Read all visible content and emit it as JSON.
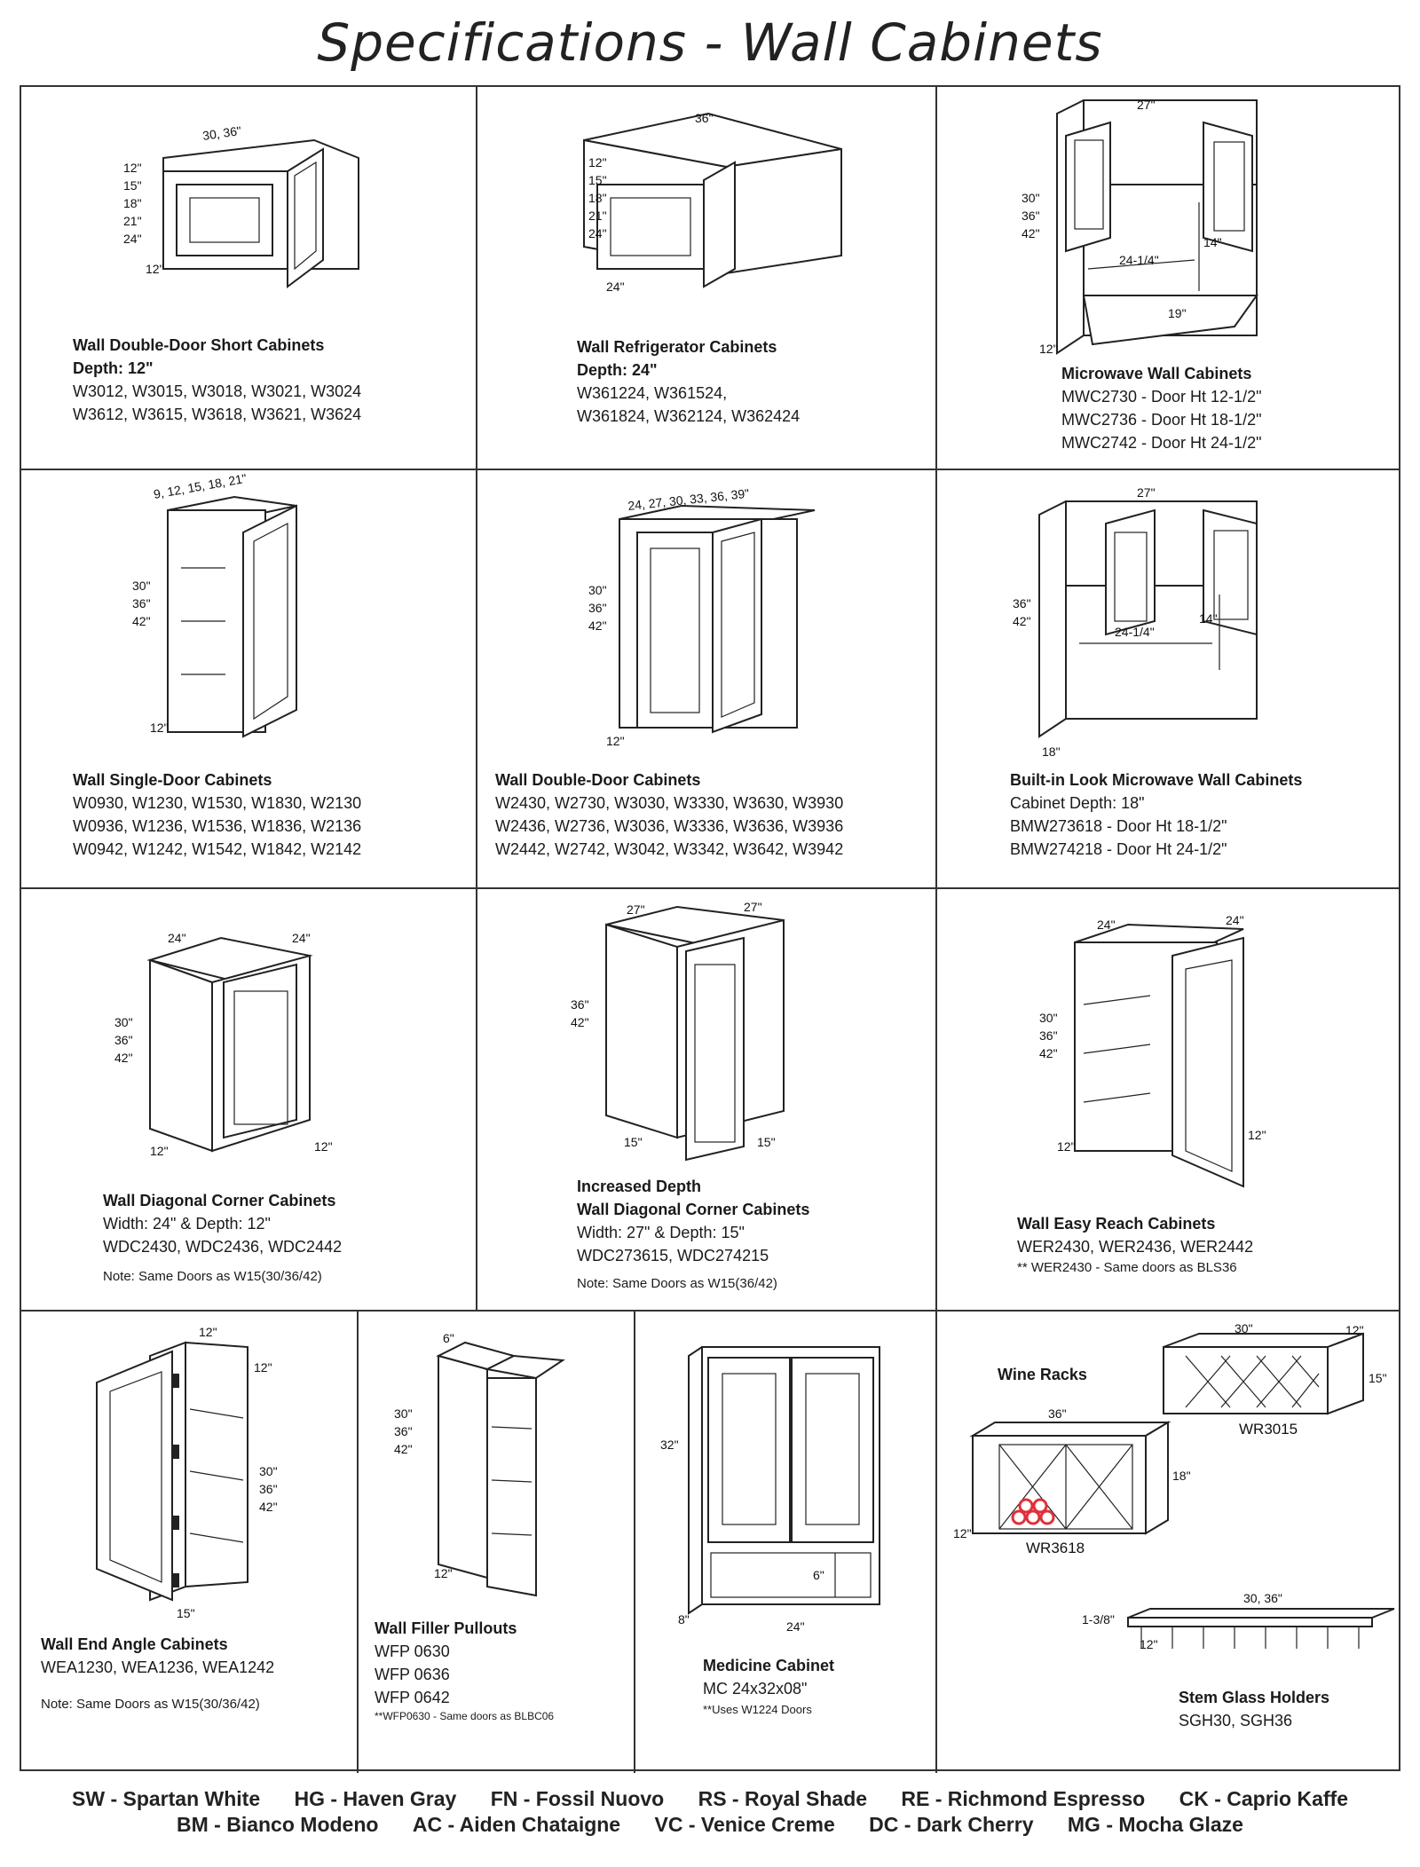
{
  "page": {
    "title": "Specifications - Wall Cabinets"
  },
  "cells": {
    "w_double_short": {
      "title": "Wall Double-Door Short Cabinets",
      "lines": [
        "W3012, W3015, W3018, W3021, W3024",
        "W3612, W3615, W3618, W3621, W3624"
      ],
      "bold_line": "Depth: 12\"",
      "dims": [
        "30, 36\"",
        "12\"",
        "15\"",
        "18\"",
        "21\"",
        "24\"",
        "12\""
      ]
    },
    "w_refrigerator": {
      "title": "Wall Refrigerator Cabinets",
      "bold_line": "Depth: 24\"",
      "lines": [
        "W361224, W361524,",
        "W361824, W362124, W362424"
      ],
      "dims": [
        "36\"",
        "12\"",
        "15\"",
        "18\"",
        "21\"",
        "24\"",
        "24\""
      ]
    },
    "microwave": {
      "title": "Microwave Wall Cabinets",
      "lines": [
        "MWC2730 - Door Ht 12-1/2\"",
        "MWC2736 - Door Ht 18-1/2\"",
        "MWC2742 - Door Ht 24-1/2\""
      ],
      "dims": [
        "27\"",
        "30\"",
        "36\"",
        "42\"",
        "24-1/4\"",
        "14\"",
        "19\"",
        "12\""
      ]
    },
    "w_single": {
      "title": "Wall Single-Door Cabinets",
      "lines": [
        "W0930, W1230, W1530, W1830, W2130",
        "W0936, W1236, W1536, W1836, W2136",
        "W0942, W1242, W1542, W1842, W2142"
      ],
      "dims": [
        "9, 12, 15, 18, 21\"",
        "30\"",
        "36\"",
        "42\"",
        "12\""
      ]
    },
    "w_double": {
      "title": "Wall Double-Door Cabinets",
      "lines": [
        "W2430, W2730, W3030, W3330, W3630, W3930",
        "W2436, W2736, W3036, W3336, W3636, W3936",
        "W2442, W2742, W3042, W3342, W3642, W3942"
      ],
      "dims": [
        "24, 27, 30, 33, 36, 39\"",
        "30\"",
        "36\"",
        "42\"",
        "12\""
      ]
    },
    "builtin_microwave": {
      "title": "Built-in Look Microwave Wall Cabinets",
      "lines": [
        "Cabinet Depth: 18\"",
        "BMW273618 - Door Ht 18-1/2\"",
        "BMW274218 - Door Ht 24-1/2\""
      ],
      "dims": [
        "27\"",
        "36\"",
        "42\"",
        "14\"",
        "24-1/4\"",
        "18\""
      ]
    },
    "diag_corner": {
      "title": "Wall Diagonal Corner Cabinets",
      "lines": [
        "Width: 24\"   &   Depth: 12\"",
        "WDC2430, WDC2436, WDC2442"
      ],
      "note": "Note: Same Doors as W15(30/36/42)",
      "dims": [
        "24\"",
        "24\"",
        "30\"",
        "36\"",
        "42\"",
        "12\"",
        "12\""
      ]
    },
    "diag_corner_deep": {
      "title": "Increased Depth",
      "title2": "Wall Diagonal Corner Cabinets",
      "lines": [
        "Width: 27\"   &   Depth: 15\"",
        "WDC273615, WDC274215"
      ],
      "note": "Note: Same Doors as W15(36/42)",
      "dims": [
        "27\"",
        "27\"",
        "36\"",
        "42\"",
        "15\"",
        "15\""
      ]
    },
    "easy_reach": {
      "title": "Wall Easy Reach Cabinets",
      "lines": [
        "WER2430, WER2436, WER2442"
      ],
      "note": "** WER2430 - Same doors as BLS36",
      "dims": [
        "24\"",
        "24\"",
        "30\"",
        "36\"",
        "42\"",
        "12\"",
        "12\""
      ]
    },
    "end_angle": {
      "title": "Wall End Angle Cabinets",
      "lines": [
        "WEA1230,  WEA1236,  WEA1242"
      ],
      "note": "Note: Same Doors as W15(30/36/42)",
      "dims": [
        "12\"",
        "12\"",
        "30\"",
        "36\"",
        "42\"",
        "15\""
      ]
    },
    "filler": {
      "title": "Wall Filler Pullouts",
      "lines": [
        "WFP 0630",
        "WFP 0636",
        "WFP 0642"
      ],
      "note": "**WFP0630 - Same doors as BLBC06",
      "dims": [
        "6\"",
        "30\"",
        "36\"",
        "42\"",
        "12\""
      ]
    },
    "medicine": {
      "title": "Medicine Cabinet",
      "lines": [
        "MC 24x32x08\""
      ],
      "note": "**Uses W1224 Doors",
      "dims": [
        "32\"",
        "6\"",
        "8\"",
        "24\""
      ]
    },
    "wine": {
      "title": "Wine Racks",
      "wr3015": "WR3015",
      "wr3618": "WR3618",
      "stem_title": "Stem Glass Holders",
      "stem_line": "SGH30,  SGH36",
      "dims": [
        "30\"",
        "12\"",
        "15\"",
        "36\"",
        "18\"",
        "12\"",
        "30, 36\"",
        "1-3/8\"",
        "12\""
      ]
    }
  },
  "legend": {
    "row1": [
      "SW - Spartan White",
      "HG - Haven Gray",
      "FN - Fossil Nuovo",
      "RS - Royal Shade",
      "RE - Richmond Espresso",
      "CK - Caprio Kaffe"
    ],
    "row2": [
      "BM - Bianco Modeno",
      "AC - Aiden Chataigne",
      "VC - Venice Creme",
      "DC - Dark Cherry",
      "MG - Mocha Glaze"
    ]
  },
  "colors": {
    "line": "#222222",
    "wine_bottle": "#e0303a"
  }
}
